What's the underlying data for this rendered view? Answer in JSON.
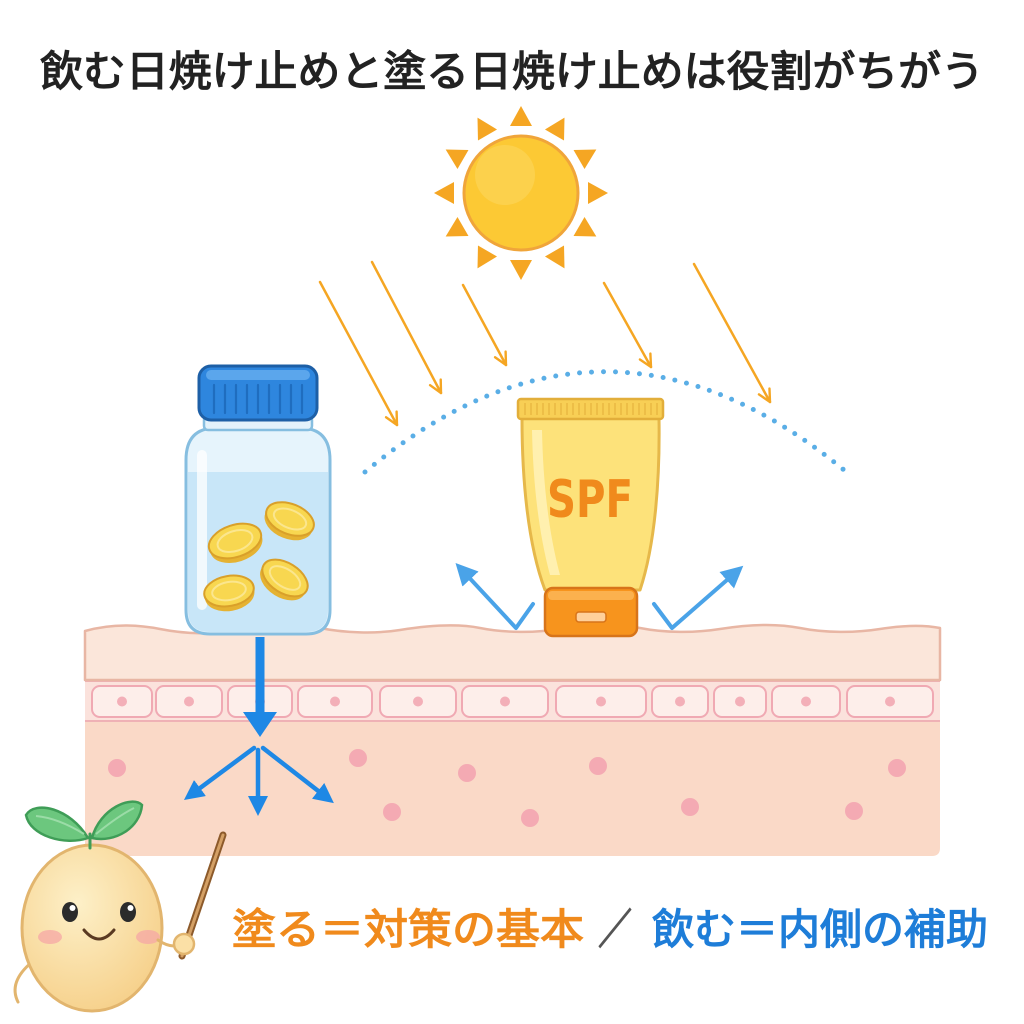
{
  "title": "飲む日焼け止めと塗る日焼け止めは役割がちがう",
  "tube": {
    "label": "SPF"
  },
  "caption": {
    "apply": "塗る＝対策の基本",
    "separator": "／",
    "oral": "飲む＝内側の補助"
  },
  "icons": {
    "sun": "sun-icon",
    "bottle": "supplement-bottle-icon",
    "tube": "sunscreen-tube-icon",
    "mascot": "sprout-mascot-icon"
  },
  "colors": {
    "title": "#222222",
    "sun": "#FCC934",
    "sun_ray": "#F5A623",
    "sunlight": "#F5A623",
    "barrier": "#5AAEE6",
    "reflection": "#4AA3E8",
    "absorption": "#1E88E5",
    "bottle_cap": "#2E86DE",
    "pill": "#F8D750",
    "tube_body": "#FDE27A",
    "tube_cap": "#F7941D",
    "tube_label": "#F08A1C",
    "epidermis": "#FBE6DA",
    "dermis": "#FAD9C7",
    "leaf": "#6CC77E",
    "caption_apply": "#F08A1C",
    "caption_separator": "#555555",
    "caption_oral": "#1E7DD8"
  }
}
